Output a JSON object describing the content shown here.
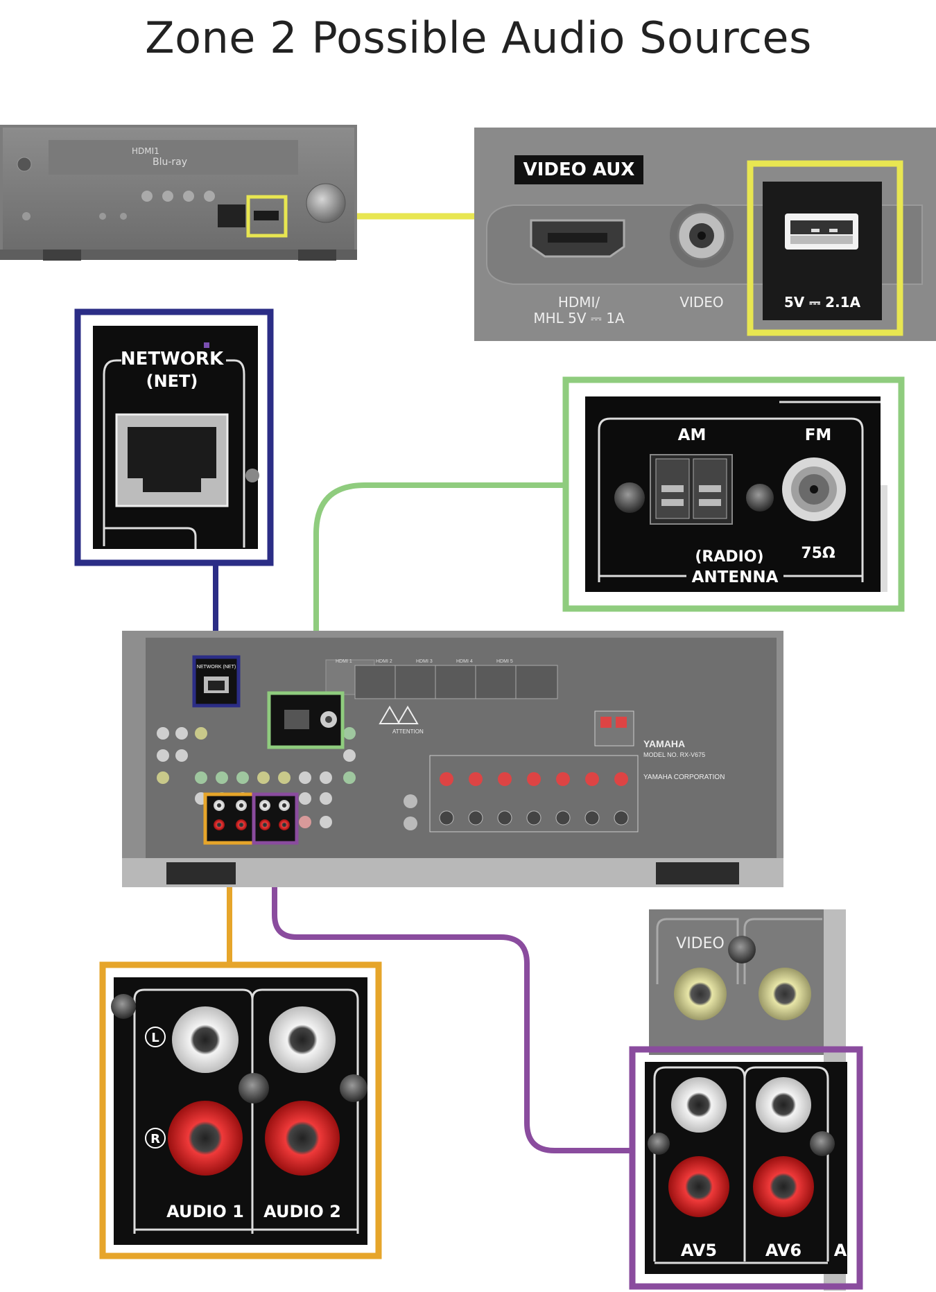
{
  "title": "Zone 2 Possible Audio Sources",
  "colors": {
    "usb": "#e8e651",
    "network": "#2b2d86",
    "antenna": "#8fcc7e",
    "audio": "#e6a52a",
    "av": "#8a4c9e"
  },
  "front_panel": {
    "display_line1": "HDMI1",
    "display_line2": "Blu-ray",
    "video_aux_label": "VIDEO AUX",
    "hdmi_label_line1": "HDMI/",
    "hdmi_label_line2": "MHL 5V ⎓ 1A",
    "video_label": "VIDEO",
    "usb_label": "5V ⎓ 2.1A"
  },
  "network_panel": {
    "label_line1": "NETWORK",
    "label_line2": "(NET)"
  },
  "antenna_panel": {
    "am_label": "AM",
    "fm_label": "FM",
    "radio_label": "(RADIO)",
    "ohm_label": "75Ω",
    "antenna_label": "ANTENNA"
  },
  "rear_panel": {
    "brand": "YAMAHA",
    "model": "MODEL NO. RX-V675",
    "corporation": "YAMAHA CORPORATION",
    "hdmi_labels": [
      "HDMI 1",
      "HDMI 2",
      "HDMI 3",
      "HDMI 4",
      "HDMI 5"
    ],
    "network_label": "NETWORK (NET)",
    "attention": "ATTENTION"
  },
  "audio_panel": {
    "l_mark": "L",
    "r_mark": "R",
    "audio1_label": "AUDIO 1",
    "audio2_label": "AUDIO 2"
  },
  "av_panel": {
    "video_label": "VIDEO",
    "av5_label": "AV5",
    "av6_label": "AV6",
    "edge_label": "A"
  }
}
